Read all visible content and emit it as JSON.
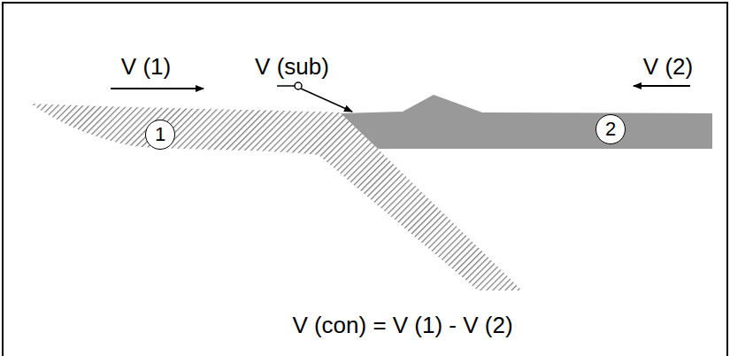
{
  "diagram": {
    "nodes": [
      {
        "text": [
          "1"
        ]
      },
      {
        "text": [
          "2"
        ]
      }
    ],
    "labels": [
      "V (1)",
      "V (sub)",
      "V (2)",
      "V (con) = V (1) - V (2)"
    ]
  }
}
